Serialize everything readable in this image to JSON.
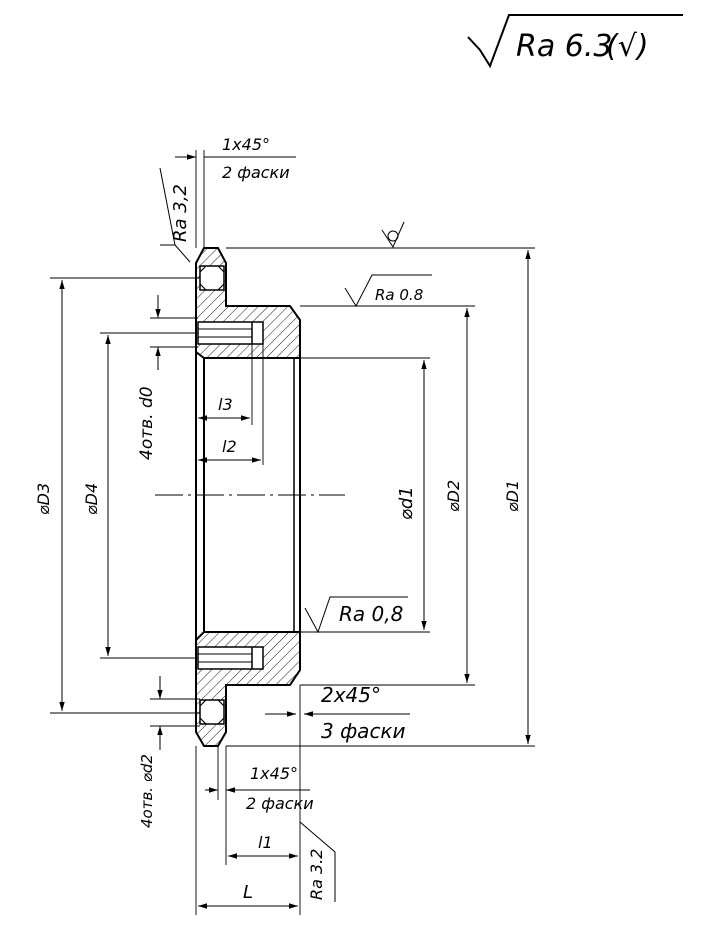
{
  "surface": {
    "general_roughness": "Ra 6.3",
    "general_roughness_note": "(√)",
    "inner_bore_roughness": "Ra 0,8",
    "spigot_roughness": "Ra 0.8",
    "flange_face_roughness": "Ra 3,2",
    "back_face_roughness": "Ra 3.2"
  },
  "chamfers": {
    "top_size": "1x45°",
    "top_count": "2 фаски",
    "right_size": "2x45°",
    "right_count": "3 фаски",
    "bottom_size": "1x45°",
    "bottom_count": "2 фаски"
  },
  "dimensions": {
    "d3": "⌀D3",
    "d4": "⌀D4",
    "d1": "⌀d1",
    "d2": "⌀D2",
    "d_outer": "⌀D1",
    "l3": "l3",
    "l2": "l2",
    "l1": "l1",
    "L": "L"
  },
  "holes": {
    "threaded": "4отв. d0",
    "through": "4отв. ⌀d2"
  }
}
